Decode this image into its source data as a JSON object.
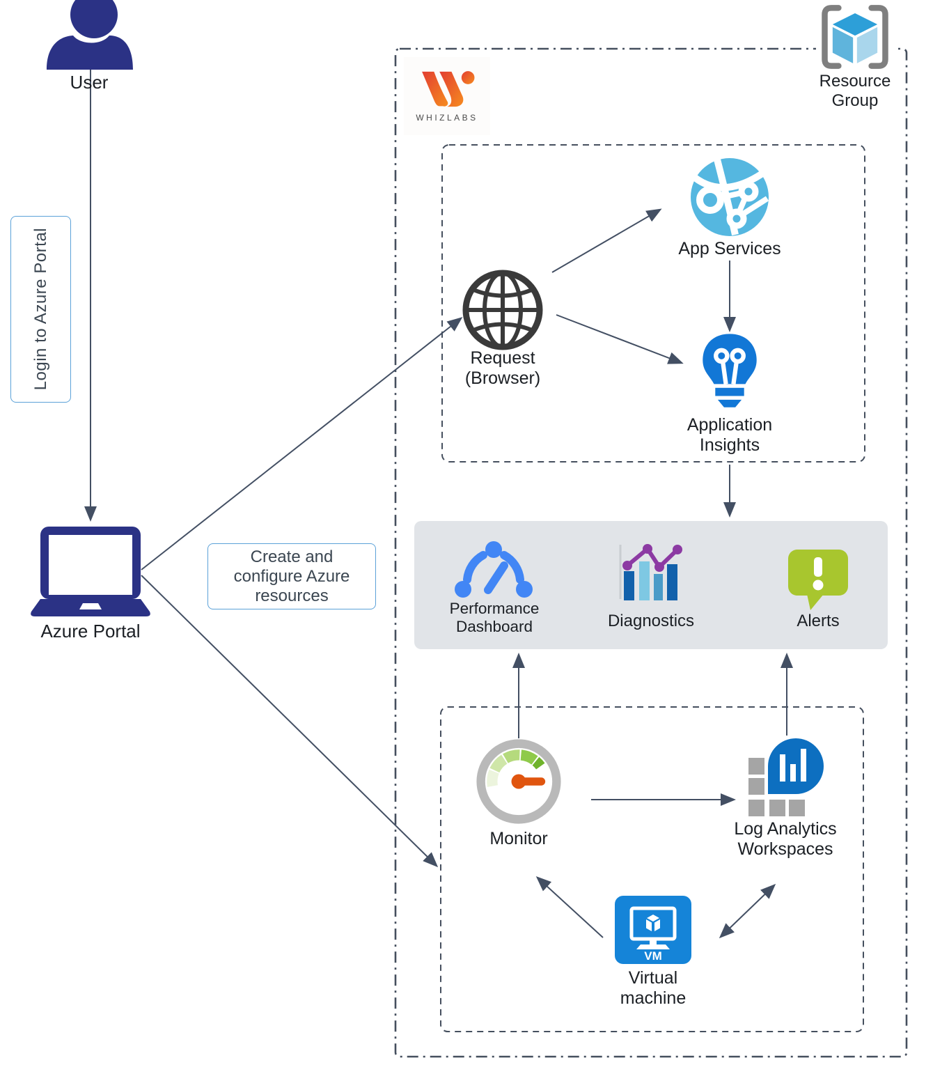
{
  "diagram": {
    "user": {
      "label": "User"
    },
    "login_box": {
      "label": "Login to Azure Portal"
    },
    "azure_portal": {
      "label": "Azure Portal"
    },
    "create_box": {
      "label": "Create and configure Azure resources"
    },
    "resource_group": {
      "label": "Resource Group"
    },
    "whizlabs": {
      "wordmark": "WHIZLABS"
    },
    "nodes": {
      "request": {
        "label": "Request (Browser)"
      },
      "app_services": {
        "label": "App Services"
      },
      "application_insights": {
        "label": "Application Insights"
      },
      "performance_dashboard": {
        "label": "Performance Dashboard"
      },
      "diagnostics": {
        "label": "Diagnostics"
      },
      "alerts": {
        "label": "Alerts"
      },
      "monitor": {
        "label": "Monitor"
      },
      "log_analytics": {
        "label": "Log Analytics Workspaces"
      },
      "virtual_machine": {
        "label": "Virtual machine",
        "badge": "VM"
      }
    },
    "colors": {
      "navy": "#2b3285",
      "arrow": "#434f63",
      "border_dash": "#454f5e",
      "accent_blue": "#5ba1d8",
      "band_bg": "#e1e4e8",
      "text_dark": "#1b1f24",
      "box_text": "#3b4651",
      "app_services_blue": "#55b7e0",
      "insights_blue": "#1277d6",
      "dashboard_blue": "#4286f5",
      "diag_dark_blue": "#1261ab",
      "diag_light_blue": "#7ec8e3",
      "diag_mid_blue": "#4a9bc8",
      "diag_purple": "#8c3aa3",
      "alerts_green": "#a8c62e",
      "monitor_gray": "#b9b9b9",
      "monitor_orange": "#e0550f",
      "log_blue": "#0d6fc0",
      "log_gray": "#a5a5a5",
      "vm_blue": "#1584d8",
      "rg_top": "#2d9fd8",
      "rg_left": "#5fb4dc",
      "rg_right": "#a9d6ec",
      "rg_bracket": "#7f7f7f"
    }
  }
}
